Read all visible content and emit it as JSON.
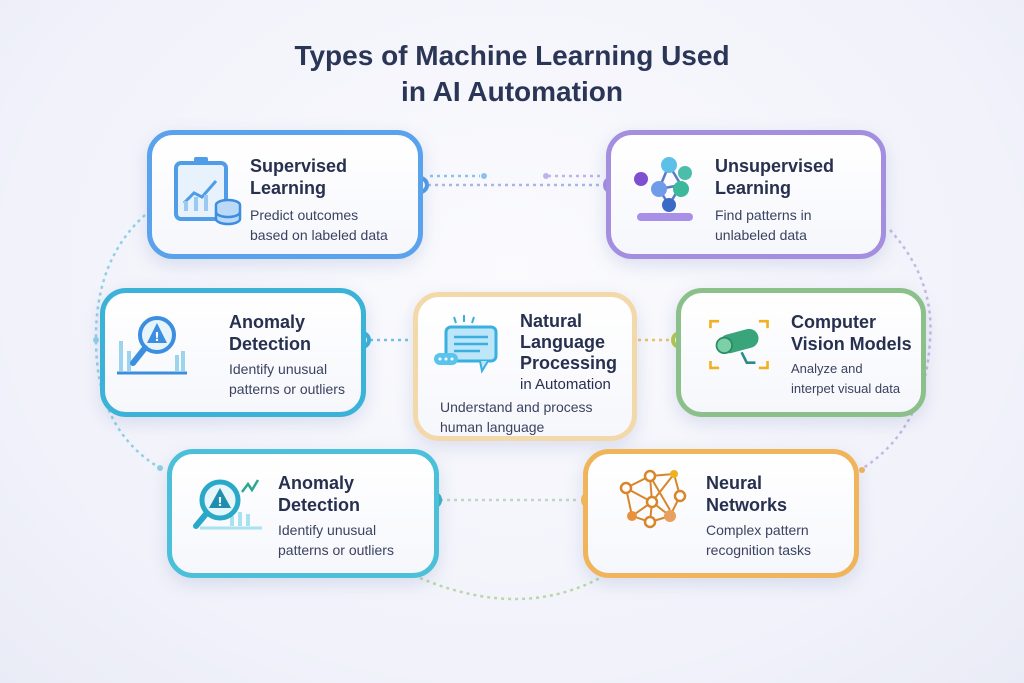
{
  "title": {
    "line1": "Types of Machine Learning Used",
    "line2": "in AI Automation"
  },
  "cards": [
    {
      "title1": "Supervised",
      "title2": "Learning",
      "desc1": "Predict outcomes",
      "desc2": "based on labeled data",
      "color": "#5aa3ec",
      "icon": "chart-database-icon"
    },
    {
      "title1": "Unsupervised",
      "title2": "Learning",
      "desc1": "Find patterns in",
      "desc2": "unlabeled data",
      "color": "#a48ee0",
      "icon": "cluster-nodes-icon"
    },
    {
      "title1": "Anomaly",
      "title2": "Detection",
      "desc1": "Identify unusual",
      "desc2": "patterns or outliers",
      "color": "#3bb2d8",
      "icon": "magnifier-warning-icon"
    },
    {
      "title1": "Natural",
      "title2": "Language",
      "title3": "Processing",
      "title4": "in Automation",
      "desc1": "Understand and process",
      "desc2": "human language",
      "color": "#f3d9aa",
      "icon": "chat-bubbles-icon"
    },
    {
      "title1": "Computer",
      "title2": "Vision Models",
      "desc1": "Analyze and",
      "desc2": "interpet visual data",
      "color": "#8cc08a",
      "icon": "camera-icon"
    },
    {
      "title1": "Anomaly",
      "title2": "Detection",
      "desc1": "Identify unusual",
      "desc2": "patterns or outliers",
      "color": "#4bc0d8",
      "icon": "magnifier-warning-icon"
    },
    {
      "title1": "Neural",
      "title2": "Networks",
      "desc1": "Complex pattern",
      "desc2": "recognition tasks",
      "color": "#f0b45a",
      "icon": "neural-network-icon"
    }
  ]
}
